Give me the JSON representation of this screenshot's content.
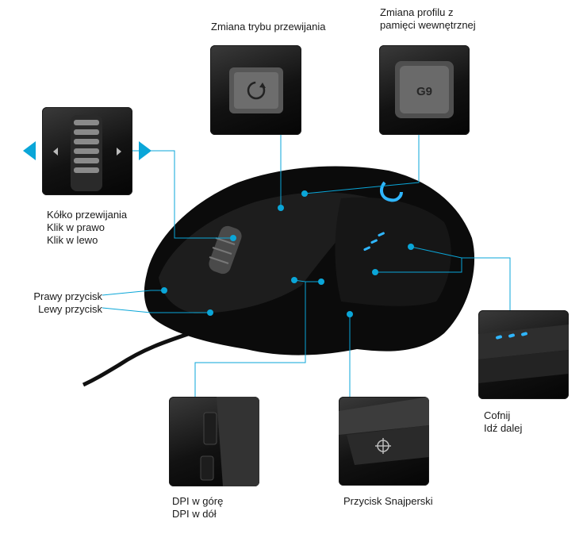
{
  "labels": {
    "scroll_mode": "Zmiana trybu przewijania",
    "profile_line1": "Zmiana profilu z",
    "profile_line2": "pamięci wewnętrznej",
    "wheel_line1": "Kółko przewijania",
    "wheel_line2": "Klik w prawo",
    "wheel_line3": "Klik w lewo",
    "right_button": "Prawy przycisk",
    "left_button": "Lewy przycisk",
    "back": "Cofnij",
    "forward": "Idź dalej",
    "dpi_up": "DPI w górę",
    "dpi_down": "DPI w dół",
    "sniper": "Przycisk Snajperski"
  },
  "g9_badge": "G9",
  "colors": {
    "accent": "#0aa6d8",
    "led": "#2fb6ff",
    "mouse_body": "#0b0b0b"
  }
}
